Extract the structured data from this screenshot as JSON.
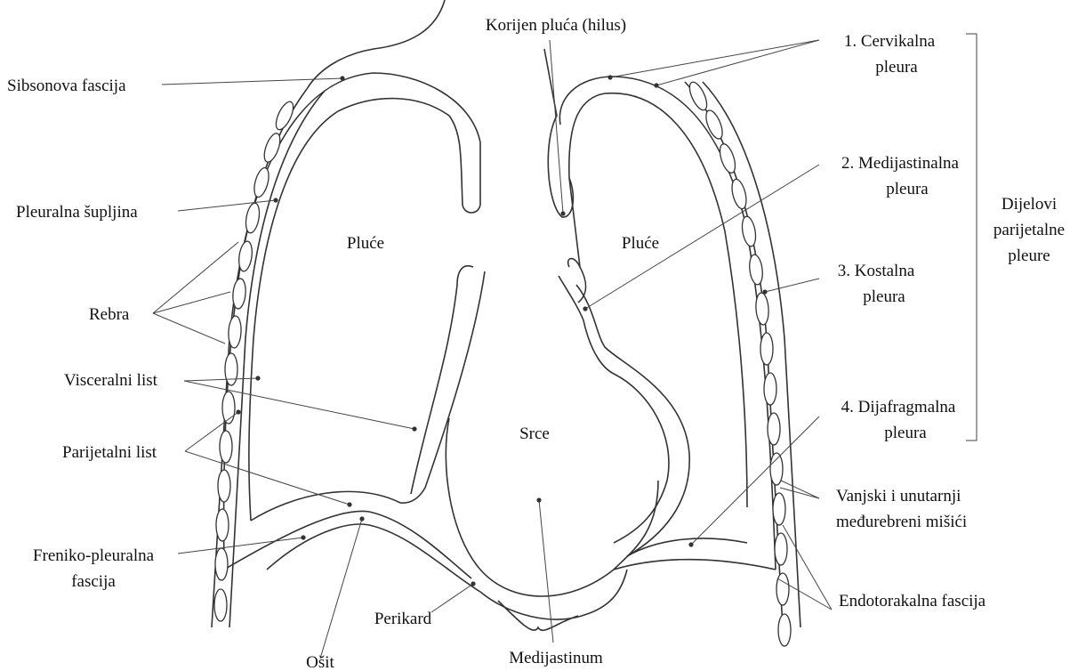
{
  "labels": {
    "korijen": "Korijen pluća (hilus)",
    "sibsonova": "Sibsonova fascija",
    "pleuralna_supljina": "Pleuralna šupljina",
    "rebra": "Rebra",
    "visceralni": "Visceralni list",
    "parijetalni": "Parijetalni list",
    "freniko_1": "Freniko-pleuralna",
    "freniko_2": "fascija",
    "osit": "Ošit",
    "perikard": "Perikard",
    "medijastinum": "Medijastinum",
    "pluce_left": "Pluće",
    "pluce_right": "Pluće",
    "srce": "Srce",
    "cervikalna_1": "1. Cervikalna",
    "cervikalna_2": "pleura",
    "medijastinalna_1": "2. Medijastinalna",
    "medijastinalna_2": "pleura",
    "kostalna_1": "3. Kostalna",
    "kostalna_2": "pleura",
    "dijafragmalna_1": "4. Dijafragmalna",
    "dijafragmalna_2": "pleura",
    "dijelovi_1": "Dijelovi",
    "dijelovi_2": "parijetalne",
    "dijelovi_3": "pleure",
    "misici_1": "Vanjski i unutarnji",
    "misici_2": "međurebreni mišići",
    "endotorakalna": "Endotorakalna fascija"
  }
}
